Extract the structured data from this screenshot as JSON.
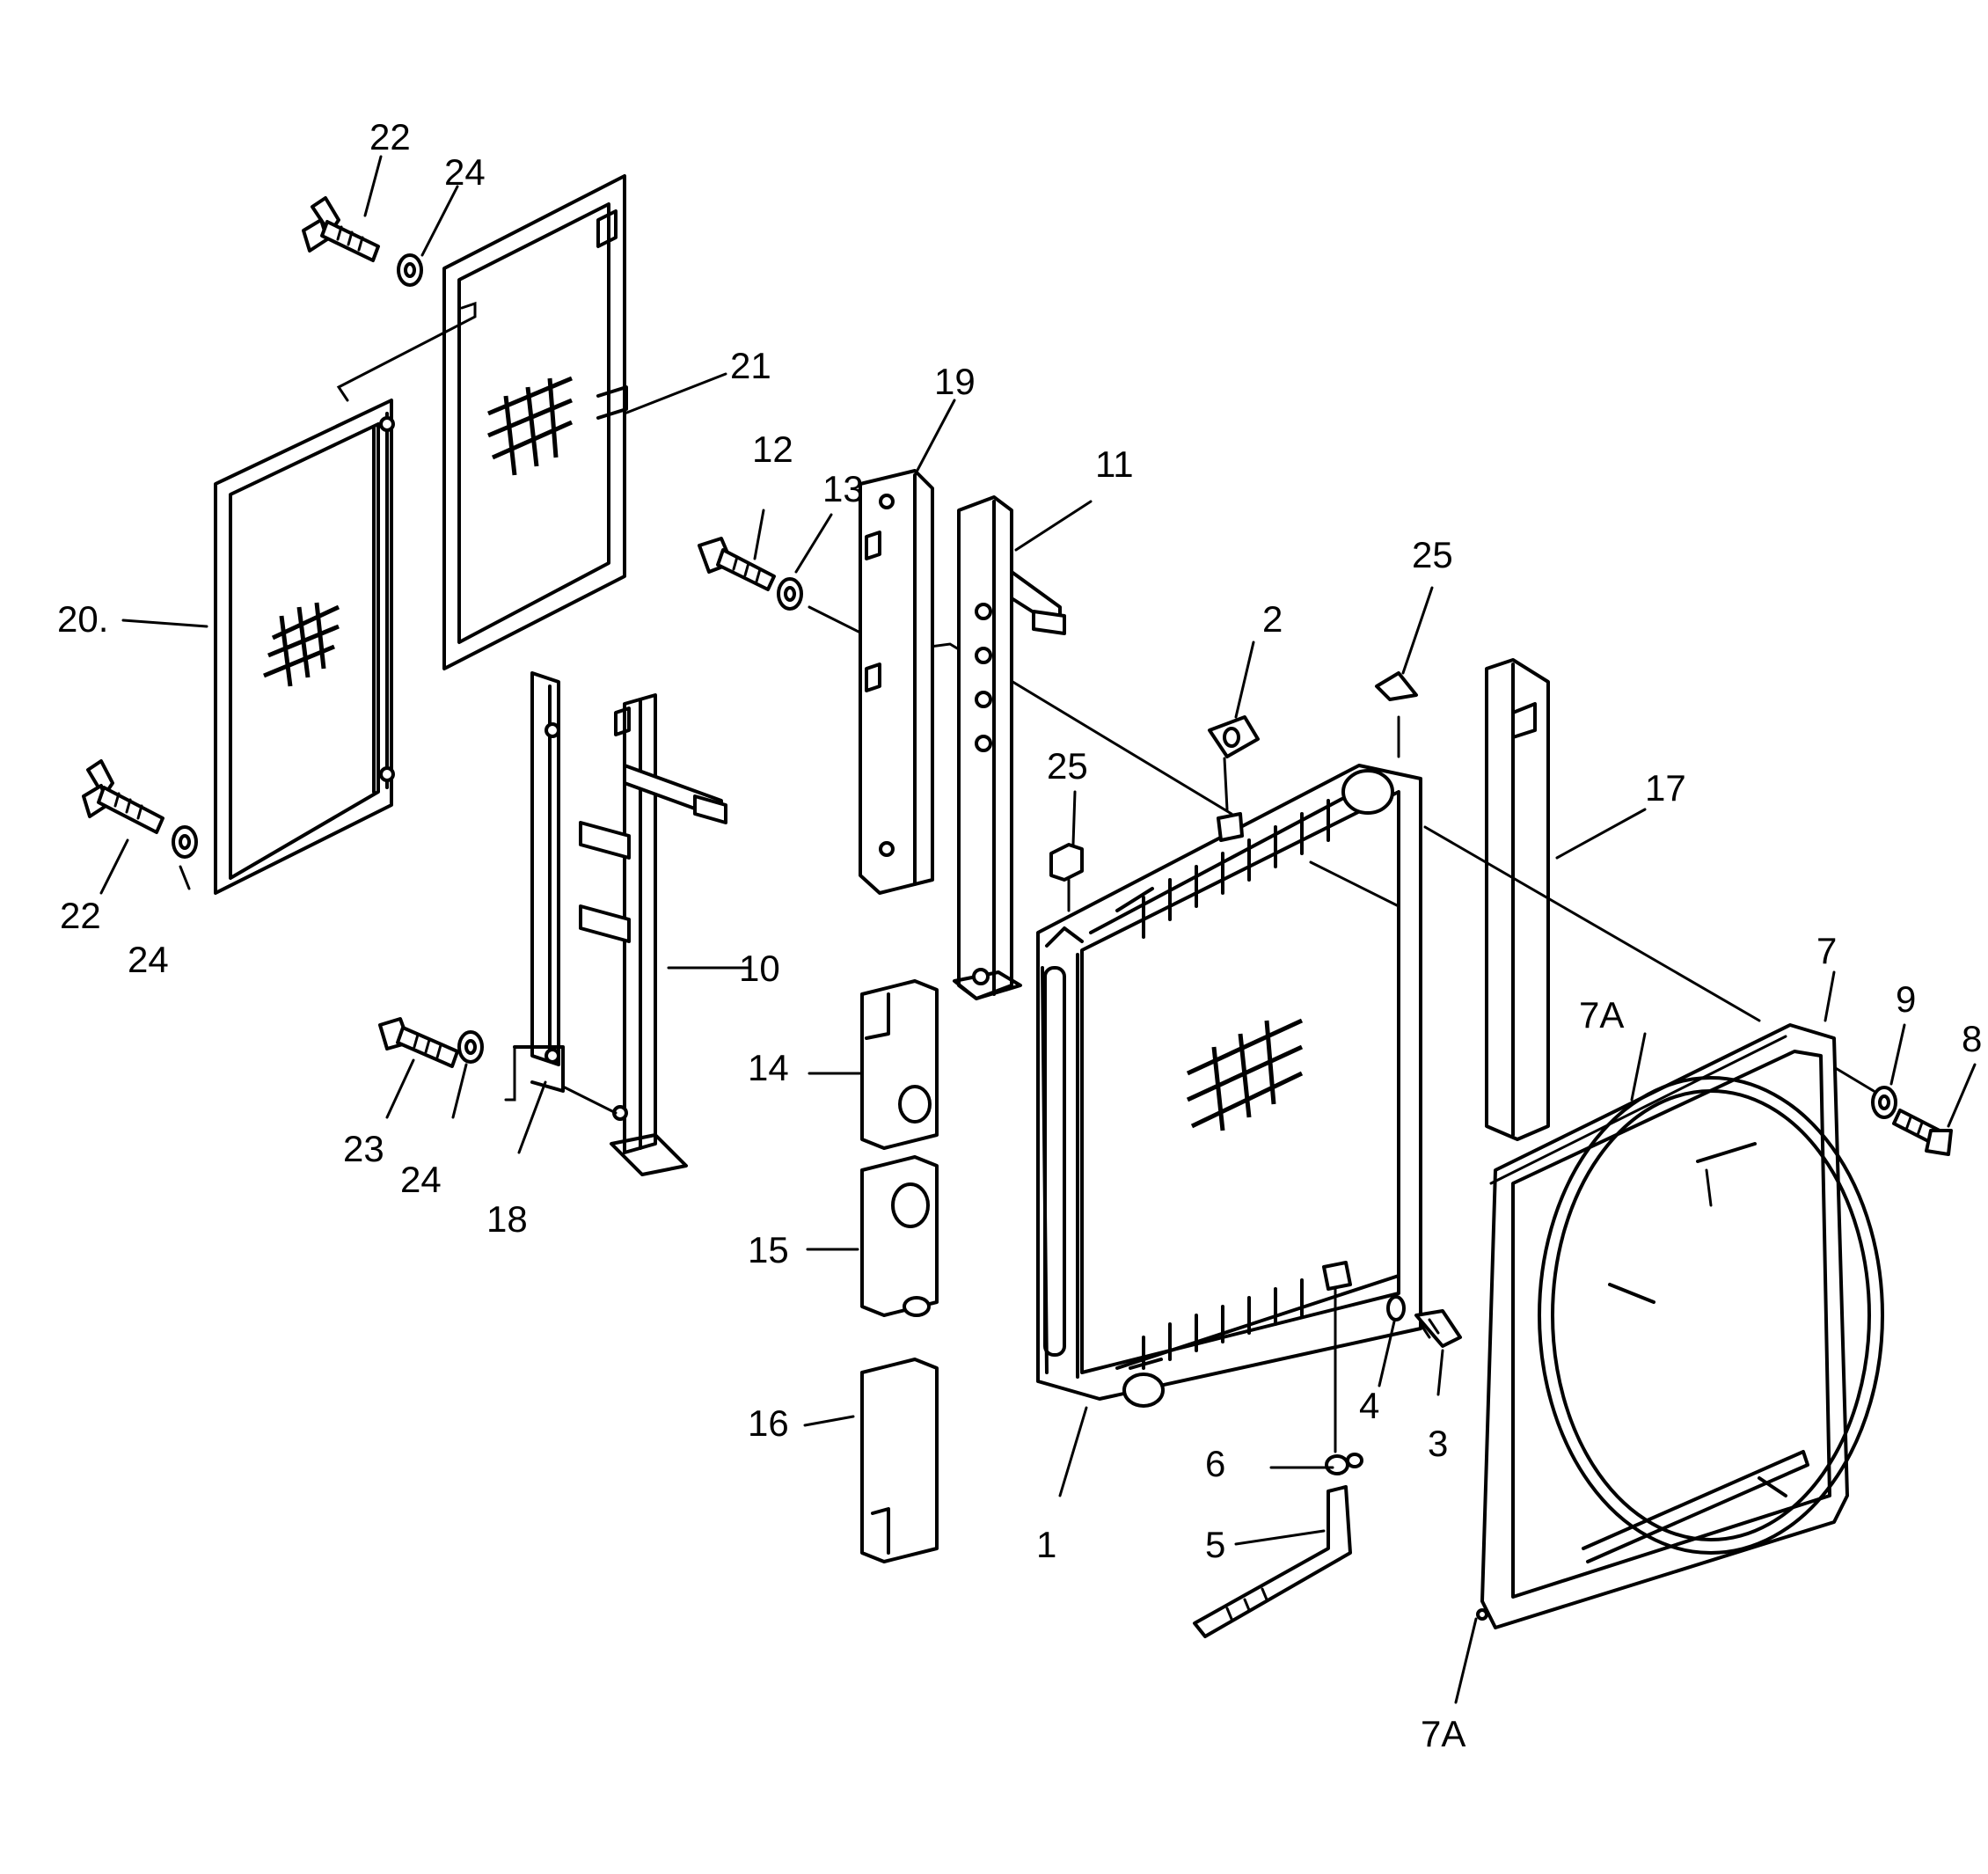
{
  "labels": {
    "l1": "1",
    "l2": "2",
    "l3": "3",
    "l4": "4",
    "l5": "5",
    "l6": "6",
    "l7": "7",
    "l7a_top": "7A",
    "l7a_bottom": "7A",
    "l8": "8",
    "l9": "9",
    "l10": "10",
    "l11": "11",
    "l12": "12",
    "l13": "13",
    "l14": "14",
    "l15": "15",
    "l16": "16",
    "l17": "17",
    "l18": "18",
    "l19": "19",
    "l20": "20.",
    "l21": "21",
    "l22_top": "22",
    "l22_bottom": "22",
    "l23": "23",
    "l24_top": "24",
    "l24_left": "24",
    "l24_bottom": "24",
    "l25_left": "25",
    "l25_right": "25"
  }
}
